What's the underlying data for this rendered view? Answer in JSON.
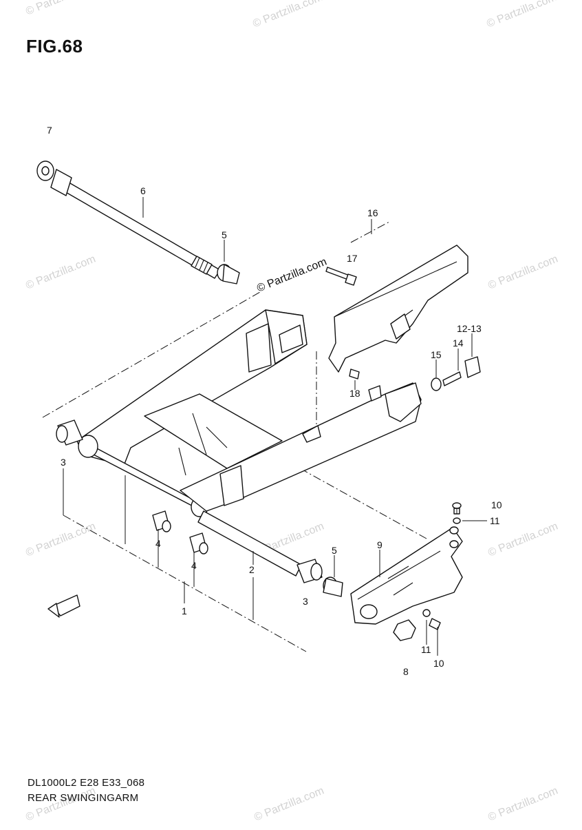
{
  "figure": {
    "title": "FIG.68",
    "code": "DL1000L2 E28 E33_068",
    "name": "REAR SWINGINGARM"
  },
  "watermark": {
    "text": "© Partzilla.com",
    "color": "#d2d2d2"
  },
  "callouts": {
    "c1": "1",
    "c2": "2",
    "c3a": "3",
    "c3b": "3",
    "c4a": "4",
    "c4b": "4",
    "c5a": "5",
    "c5b": "5",
    "c6": "6",
    "c7": "7",
    "c8": "8",
    "c9": "9",
    "c10a": "10",
    "c10b": "10",
    "c11a": "11",
    "c11b": "11",
    "c12": "12-13",
    "c14": "14",
    "c15": "15",
    "c16": "16",
    "c17": "17",
    "c18": "18"
  }
}
